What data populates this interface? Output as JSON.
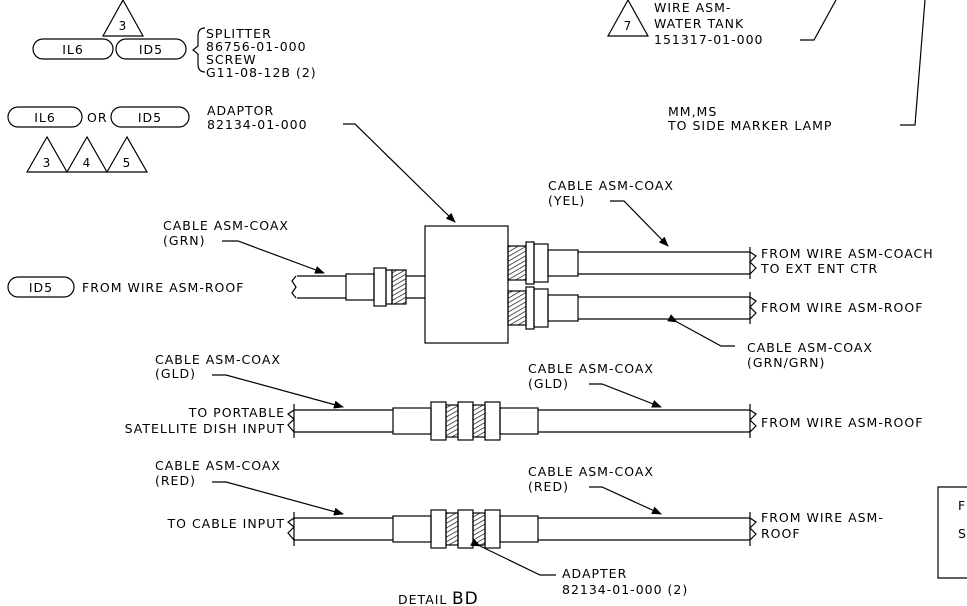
{
  "diagram": {
    "splitter": {
      "triangle": "3",
      "refs": [
        "IL6",
        "ID5"
      ],
      "lines": [
        "SPLITTER",
        "86756-01-000",
        "SCREW",
        "G11-08-12B (2)"
      ]
    },
    "adaptor": {
      "refs": [
        "IL6",
        "ID5"
      ],
      "or_text": "OR",
      "triangles": [
        "3",
        "4",
        "5"
      ],
      "lines": [
        "ADAPTOR",
        "82134-01-000"
      ]
    },
    "water_tank": {
      "triangle": "7",
      "lines": [
        "WIRE ASM-",
        "WATER TANK",
        "151317-01-000"
      ]
    },
    "side_marker": {
      "lines": [
        "MM,MS",
        "TO SIDE MARKER LAMP"
      ]
    },
    "cable_yel": {
      "lines": [
        "CABLE ASM-COAX",
        "(YEL)"
      ]
    },
    "cable_grn": {
      "lines": [
        "CABLE ASM-COAX",
        "(GRN)"
      ]
    },
    "roof_input": {
      "ref": "ID5",
      "text": "FROM WIRE ASM-ROOF"
    },
    "right_coach": {
      "lines": [
        "FROM WIRE ASM-COACH",
        "TO EXT ENT CTR"
      ]
    },
    "right_roof1": {
      "text": "FROM WIRE ASM-ROOF"
    },
    "cable_grngrn": {
      "lines": [
        "CABLE ASM-COAX",
        "(GRN/GRN)"
      ]
    },
    "cable_gld_left": {
      "lines": [
        "CABLE ASM-COAX",
        "(GLD)"
      ]
    },
    "cable_gld_right": {
      "lines": [
        "CABLE ASM-COAX",
        "(GLD)"
      ]
    },
    "portable": {
      "lines": [
        "TO PORTABLE",
        "SATELLITE DISH INPUT"
      ]
    },
    "right_roof2": {
      "text": "FROM WIRE ASM-ROOF"
    },
    "cable_red_left": {
      "lines": [
        "CABLE ASM-COAX",
        "(RED)"
      ]
    },
    "cable_red_right": {
      "lines": [
        "CABLE ASM-COAX",
        "(RED)"
      ]
    },
    "cable_input": {
      "text": "TO CABLE INPUT"
    },
    "right_roof3": {
      "lines": [
        "FROM WIRE ASM-",
        "ROOF"
      ]
    },
    "adapter": {
      "lines": [
        "ADAPTER",
        "82134-01-000 (2)"
      ]
    },
    "detail": {
      "prefix": "DETAIL",
      "id": "BD"
    },
    "frame_box": {
      "lines": [
        "F",
        "S"
      ]
    }
  }
}
